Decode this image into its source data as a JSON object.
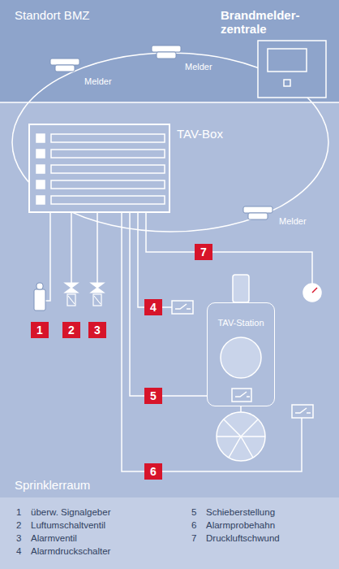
{
  "diagram": {
    "nodes": [
      {
        "text": [
          "Brandmelder- zentrale"
        ]
      },
      {
        "text": [
          "TAV-Box"
        ]
      },
      {
        "text": [
          "1"
        ]
      },
      {
        "text": [
          "2"
        ]
      },
      {
        "text": [
          "3"
        ]
      },
      {
        "text": [
          "7"
        ]
      },
      {
        "text": [
          "4"
        ]
      },
      {
        "text": [
          "TAV-Station"
        ]
      },
      {
        "text": [
          "5"
        ]
      },
      {
        "text": [
          "6"
        ]
      }
    ],
    "edges": [
      {
        "from": 1,
        "to": 5,
        "arrow": "none"
      },
      {
        "from": 1,
        "to": 6,
        "arrow": "none"
      },
      {
        "from": 1,
        "to": 8,
        "arrow": "none"
      },
      {
        "from": 8,
        "to": 7,
        "arrow": "none"
      },
      {
        "from": 1,
        "to": 9,
        "arrow": "none"
      }
    ],
    "labels": [
      "Standort BMZ",
      "Melder",
      "Melder",
      "Melder",
      "Sprinklerraum",
      "1",
      "überw. Signalgeber",
      "2",
      "Luftumschaltventil",
      "3",
      "Alarmventil",
      "4",
      "Alarmdruckschalter",
      "5",
      "Schieberstellung",
      "6",
      "Alarmprobehahn",
      "7",
      "Druckluftschwund"
    ]
  }
}
